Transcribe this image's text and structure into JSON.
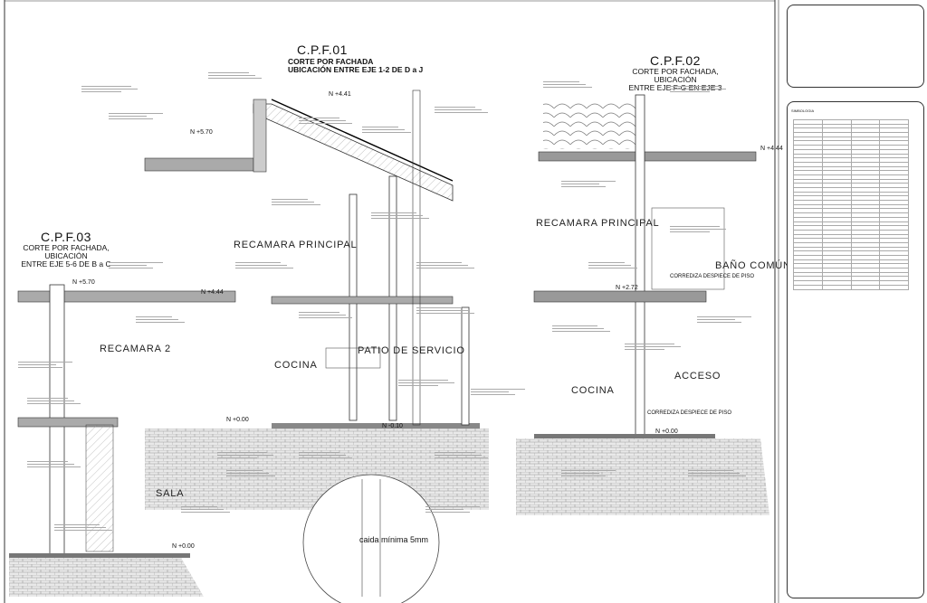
{
  "sections": {
    "cpf01": {
      "title": "C.P.F.01",
      "sub1": "CORTE POR FACHADA",
      "sub2": "UBICACIÓN ENTRE EJE 1-2 DE D a J"
    },
    "cpf02": {
      "title": "C.P.F.02",
      "sub1": "CORTE POR FACHADA, UBICACIÓN",
      "sub2": "ENTRE EJE F-G EN EJE 3"
    },
    "cpf03": {
      "title": "C.P.F.03",
      "sub1": "CORTE POR FACHADA, UBICACIÓN",
      "sub2": "ENTRE EJE 5-6 DE B a C"
    }
  },
  "rooms": {
    "recamara_principal_1": "RECAMARA PRINCIPAL",
    "recamara_2": "RECAMARA 2",
    "sala": "SALA",
    "cocina_1": "COCINA",
    "patio": "PATIO DE SERVICIO",
    "recamara_principal_2": "RECAMARA PRINCIPAL",
    "bano": "BAÑO COMÚN",
    "acceso": "ACCESO",
    "cocina_2": "COCINA"
  },
  "levels": {
    "l1": "N +5.70",
    "l2": "N +4.41",
    "l3": "N +0.00",
    "l4": "N -0.10",
    "l5": "N +4.44",
    "l6": "N +2.72",
    "l7": "N +0.00",
    "l8": "N +5.70",
    "l9": "N +4.44",
    "l10": "N +0.00"
  },
  "notes": {
    "drain": "caida mínima 5mm",
    "door1": "CORREDIZA DESPIECE DE PISO",
    "door2": "CORREDIZA DESPIECE DE PISO",
    "panel_heading": "SIMBOLOGIA"
  }
}
